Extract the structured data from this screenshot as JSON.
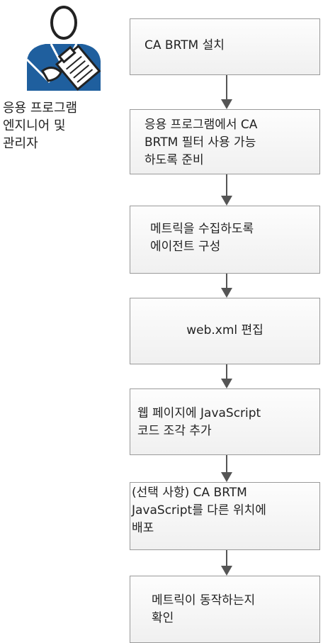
{
  "role": {
    "icon": "engineer-clipboard-icon",
    "label": "응용 프로그램\n엔지니어 및\n관리자"
  },
  "steps": [
    {
      "label": "CA BRTM 설치"
    },
    {
      "label": "응용 프로그램에서 CA\nBRTM 필터 사용 가능\n하도록 준비"
    },
    {
      "label": "메트릭을 수집하도록\n에이전트 구성"
    },
    {
      "label": "web.xml 편집"
    },
    {
      "label": "웹 페이지에 JavaScript\n코드 조각 추가"
    },
    {
      "label": "(선택 사항) CA BRTM\nJavaScript를 다른 위치에\n배포"
    },
    {
      "label": "메트릭이 동작하는지\n확인"
    }
  ],
  "colors": {
    "icon_blue": "#1f5f9e",
    "box_border": "#9a9a9a",
    "arrow": "#555555"
  }
}
